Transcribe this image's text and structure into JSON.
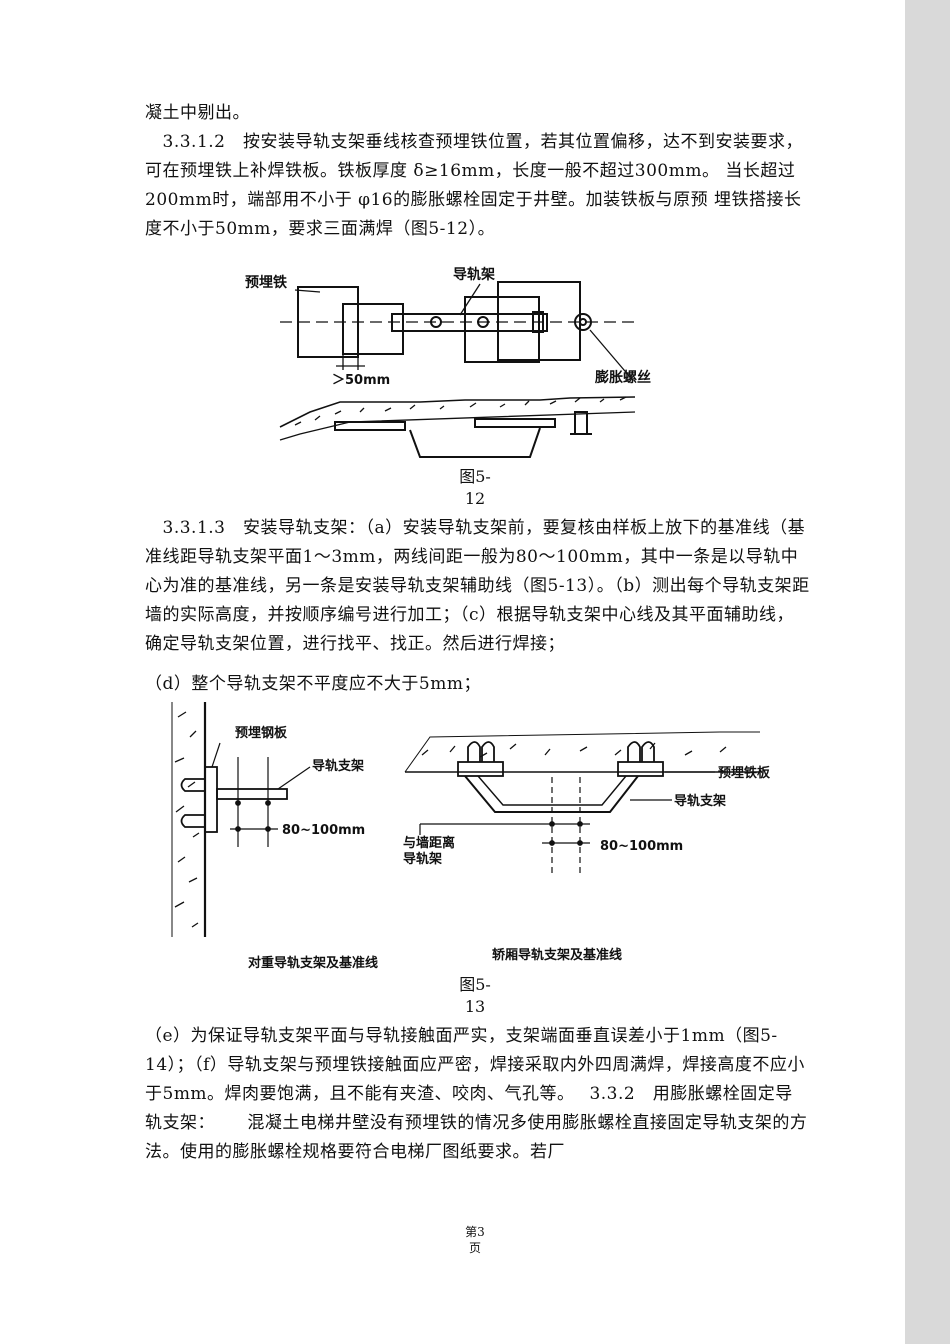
{
  "paragraphs": {
    "p0": "凝土中剔出。",
    "p1": "　3.3.1.2　按安装导轨支架垂线核查预埋铁位置，若其位置偏移，达不到安装要求，可在预埋铁上补焊铁板。铁板厚度 δ≥16mm，长度一般不超过300mm。 当长超过200mm时，端部用不小于 φ16的膨胀螺栓固定于井壁。加装铁板与原预 埋铁搭接长度不小于50mm，要求三面满焊（图5-12）。",
    "p2": "　3.3.1.3　安装导轨支架：（a）安装导轨支架前，要复核由样板上放下的基准线（基准线距导轨支架平面1～3mm，两线间距一般为80～100mm，其中一条是以导轨中心为准的基准线，另一条是安装导轨支架辅助线（图5-13）。（b）测出每个导轨支架距墙的实际高度，并按顺序编号进行加工；（c）根据导轨支架中心线及其平面辅助线，确定导轨支架位置，进行找平、找正。然后进行焊接；",
    "p3": "（d）整个导轨支架不平度应不大于5mm；",
    "p4": "（e）为保证导轨支架平面与导轨接触面严实，支架端面垂直误差小于1mm（图5-14）；（f）导轨支架与预埋铁接触面应严密，焊接采取内外四周满焊，焊接高度不应小于5mm。焊肉要饱满，且不能有夹渣、咬肉、气孔等。　 3.3.2　用膨胀螺栓固定导轨支架：　　 混凝土电梯井壁没有预埋铁的情况多使用膨胀螺栓直接固定导轨支架的方法。使用的膨胀螺栓规格要符合电梯厂图纸要求。若厂"
  },
  "figure12": {
    "caption_line1": "图5-",
    "caption_line2": "12",
    "label_embedded_iron": "预埋铁",
    "label_rail_bracket": "导轨架",
    "label_expansion_bolt": "膨胀螺丝",
    "label_overlap": "＞50mm"
  },
  "figure13": {
    "caption_line1": "图5-",
    "caption_line2": "13",
    "left_label_plate": "预埋钢板",
    "left_label_bracket": "导轨支架",
    "left_label_spacing": "80~100mm",
    "left_title": "对重导轨支架及基准线",
    "right_label_plate": "预埋铁板",
    "right_label_bracket": "导轨支架",
    "right_label_distance_1": "与墙距离",
    "right_label_distance_2": "导轨架",
    "right_label_spacing": "80~100mm",
    "right_title": "轿厢导轨支架及基准线"
  },
  "footer": {
    "page_line1": "第3",
    "page_line2": "页"
  }
}
